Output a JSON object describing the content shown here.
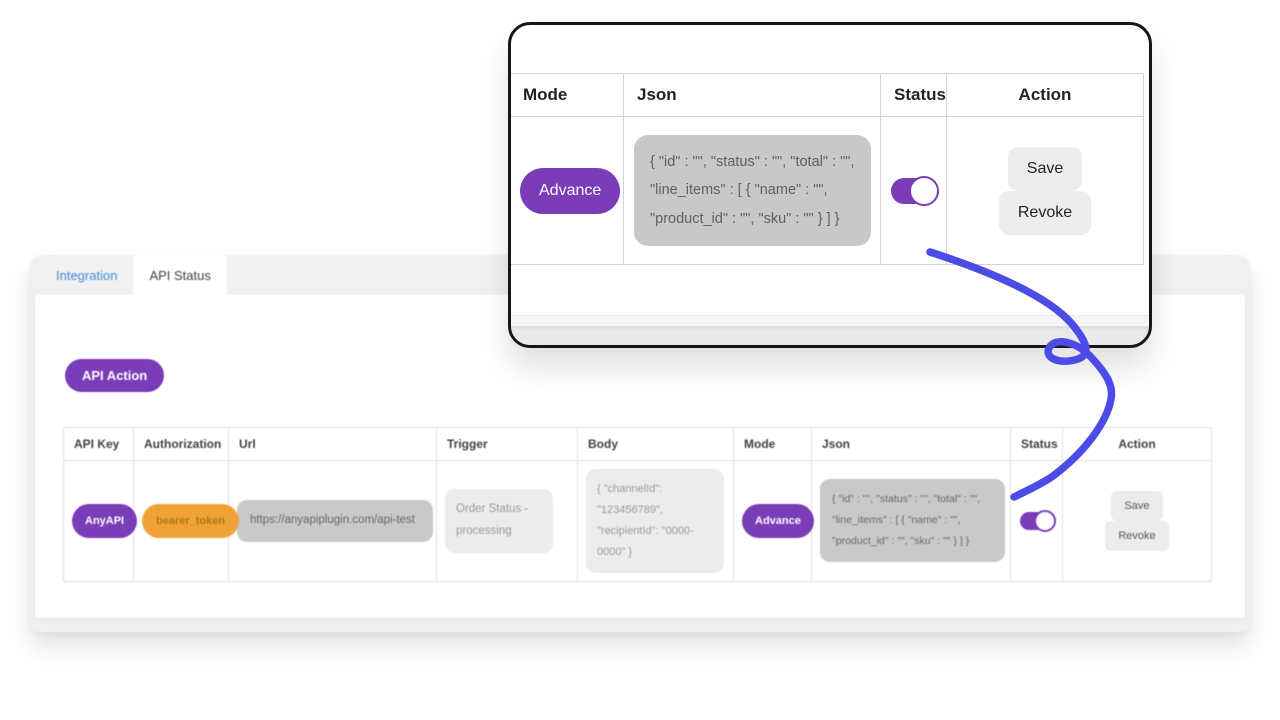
{
  "colors": {
    "accent_purple": "#7b3cb8",
    "token_orange": "#f0a236",
    "arrow_blue": "#4d4be6",
    "tab_link_blue": "#3f8fd4"
  },
  "callout": {
    "table": {
      "headers": [
        "Mode",
        "Json",
        "Status",
        "Action"
      ],
      "row": {
        "mode": "Advance",
        "json": "{ \"id\" : \"\", \"status\" : \"\", \"total\" : \"\", \"line_items\" : [ { \"name\" : \"\", \"product_id\" : \"\", \"sku\" : \"\" } ] }",
        "status_on": true,
        "save": "Save",
        "revoke": "Revoke"
      }
    }
  },
  "panel": {
    "tabs": {
      "integration": "Integration",
      "api_status": "API Status",
      "active_tab": "API Status"
    },
    "api_action": "API Action",
    "table": {
      "headers": [
        "API Key",
        "Authorization",
        "Url",
        "Trigger",
        "Body",
        "Mode",
        "Json",
        "Status",
        "Action"
      ],
      "row": {
        "api_key": "AnyAPI",
        "authorization": "bearer_token",
        "url": "https://anyapiplugin.com/api-test",
        "trigger": "Order Status - processing",
        "body": "{ \"channelId\": \"123456789\", \"recipientId\": \"0000-0000\" }",
        "mode": "Advance",
        "json": "{ \"id\" : \"\", \"status\" : \"\", \"total\" : \"\", \"line_items\" : [ { \"name\" : \"\", \"product_id\" : \"\", \"sku\" : \"\" } ] }",
        "status_on": true,
        "save": "Save",
        "revoke": "Revoke"
      }
    }
  }
}
